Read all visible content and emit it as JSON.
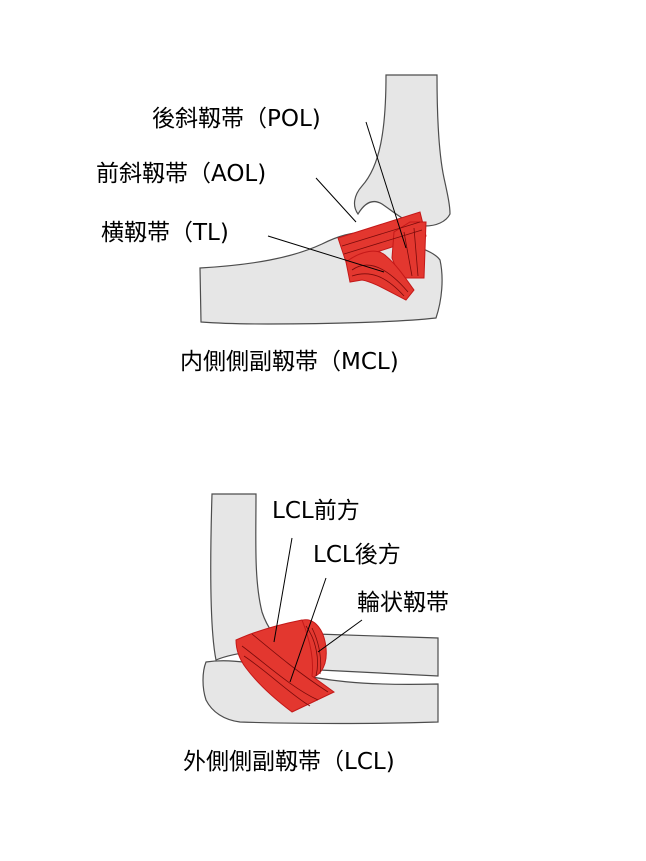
{
  "colors": {
    "bone_fill": "#e6e6e6",
    "bone_stroke": "#4d4d4d",
    "ligament_fill": "#e3372f",
    "ligament_dark": "#c41818",
    "ligament_fiber": "#7a0b0b",
    "leader_line": "#000000"
  },
  "mcl": {
    "title": "内側側副靱帯（MCL)",
    "labels": {
      "pol": "後斜靱帯（POL)",
      "aol": "前斜靱帯（AOL)",
      "tl": "横靱帯（TL)"
    }
  },
  "lcl": {
    "title": "外側側副靱帯（LCL)",
    "labels": {
      "anterior": "LCL前方",
      "posterior": "LCL後方",
      "annular": "輪状靱帯"
    }
  }
}
